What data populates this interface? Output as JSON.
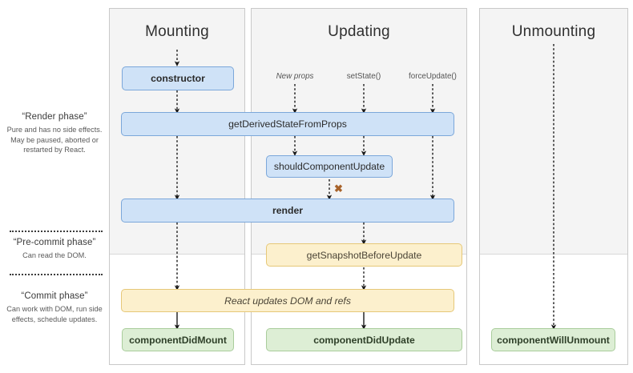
{
  "phases": [
    {
      "id": "render-phase",
      "title": "“Render phase”",
      "desc": "Pure and has no side effects. May be paused, aborted or restarted by React."
    },
    {
      "id": "pre-commit-phase",
      "title": "“Pre-commit phase”",
      "desc": "Can read the DOM."
    },
    {
      "id": "commit-phase",
      "title": "“Commit phase”",
      "desc": "Can work with DOM, run side effects, schedule updates."
    }
  ],
  "columns": [
    {
      "id": "mounting",
      "title": "Mounting"
    },
    {
      "id": "updating",
      "title": "Updating"
    },
    {
      "id": "unmounting",
      "title": "Unmounting"
    }
  ],
  "triggers": [
    {
      "id": "new-props",
      "label": "New props",
      "style": "italic"
    },
    {
      "id": "set-state",
      "label": "setState()",
      "style": "normal"
    },
    {
      "id": "force-update",
      "label": "forceUpdate()",
      "style": "normal"
    }
  ],
  "nodes": [
    {
      "id": "constructor",
      "label": "constructor",
      "color": "blue",
      "weight": "bold"
    },
    {
      "id": "get-derived-state-from-props",
      "label": "getDerivedStateFromProps",
      "color": "blue",
      "weight": "normal"
    },
    {
      "id": "should-component-update",
      "label": "shouldComponentUpdate",
      "color": "blue",
      "weight": "normal"
    },
    {
      "id": "render",
      "label": "render",
      "color": "blue",
      "weight": "bold"
    },
    {
      "id": "get-snapshot-before-update",
      "label": "getSnapshotBeforeUpdate",
      "color": "yellow",
      "weight": "normal"
    },
    {
      "id": "react-updates-dom-and-refs",
      "label": "React updates DOM and refs",
      "color": "yellow",
      "weight": "italic"
    },
    {
      "id": "component-did-mount",
      "label": "componentDidMount",
      "color": "green",
      "weight": "bold"
    },
    {
      "id": "component-did-update",
      "label": "componentDidUpdate",
      "color": "green",
      "weight": "bold"
    },
    {
      "id": "component-will-unmount",
      "label": "componentWillUnmount",
      "color": "green",
      "weight": "bold"
    }
  ],
  "annotations": [
    {
      "id": "skip-render-cross",
      "glyph": "✖"
    }
  ],
  "colors": {
    "blue_fill": "#cfe2f7",
    "blue_border": "#7ba7da",
    "yellow_fill": "#fcf0cd",
    "yellow_border": "#e6c878",
    "green_fill": "#ddeed5",
    "green_border": "#a9cd9b",
    "column_shade": "#f4f4f4",
    "column_border": "#c9c9c9",
    "cross": "#a8632a"
  }
}
